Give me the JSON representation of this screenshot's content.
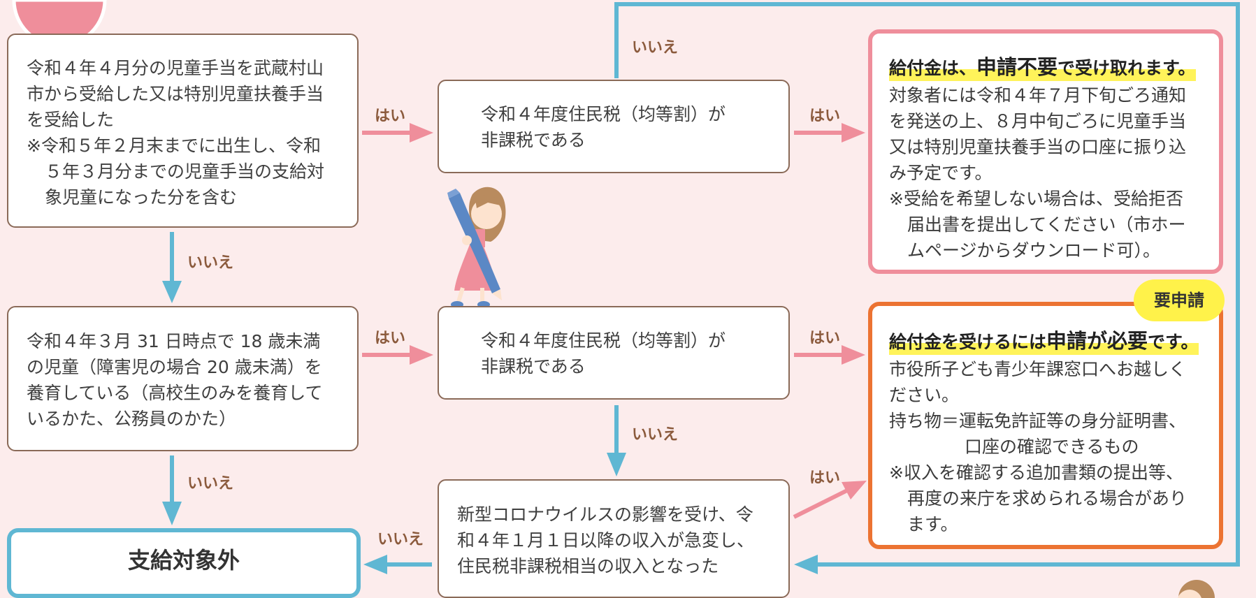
{
  "labels": {
    "yes": "はい",
    "no": "いいえ"
  },
  "q1": {
    "lines": [
      "令和４年４月分の児童手当を武蔵村山",
      "市から受給した又は特別児童扶養手当",
      "を受給した"
    ],
    "note_lines": [
      "※令和５年２月末までに出生し、令和",
      "５年３月分までの児童手当の支給対",
      "象児童になった分を含む"
    ]
  },
  "q2": {
    "lines": [
      "令和４年３月 31 日時点で 18 歳未満",
      "の児童（障害児の場合 20 歳未満）を",
      "養育している（高校生のみを養育して",
      "いるかた、公務員のかた）"
    ]
  },
  "tax_top": {
    "lines": [
      "令和４年度住民税（均等割）が",
      "非課税である"
    ]
  },
  "tax_mid": {
    "lines": [
      "令和４年度住民税（均等割）が",
      "非課税である"
    ]
  },
  "covid": {
    "lines": [
      "新型コロナウイルスの影響を受け、令",
      "和４年１月１日以降の収入が急変し、",
      "住民税非課税相当の収入となった"
    ]
  },
  "result_no_apply": {
    "headline_pre": "給付金は、",
    "headline_big": "申請不要",
    "headline_post": "で受け取れます。",
    "lines": [
      "対象者には令和４年７月下旬ごろ通知",
      "を発送の上、８月中旬ごろに児童手当",
      "又は特別児童扶養手当の口座に振り込",
      "み予定です。"
    ],
    "note_lines": [
      "※受給を希望しない場合は、受給拒否",
      "届出書を提出してください（市ホー",
      "ムページからダウンロード可）。"
    ]
  },
  "result_apply": {
    "badge": "要申請",
    "headline_pre": "給付金を受けるには",
    "headline_big": "申請が必要",
    "headline_post": "です。",
    "lines": [
      "市役所子ども青少年課窓口へお越しく",
      "ださい。"
    ],
    "belongings_label": "持ち物＝運転免許証等の身分証明書、",
    "belongings_cont": "口座の確認できるもの",
    "note_lines": [
      "※収入を確認する追加書類の提出等、",
      "再度の来庁を求められる場合があり",
      "ます。"
    ]
  },
  "final": {
    "label": "支給対象外"
  },
  "colors": {
    "yes_arrow": "#ef8e9b",
    "no_arrow": "#5fb7d3",
    "apply_border": "#ec7332"
  }
}
